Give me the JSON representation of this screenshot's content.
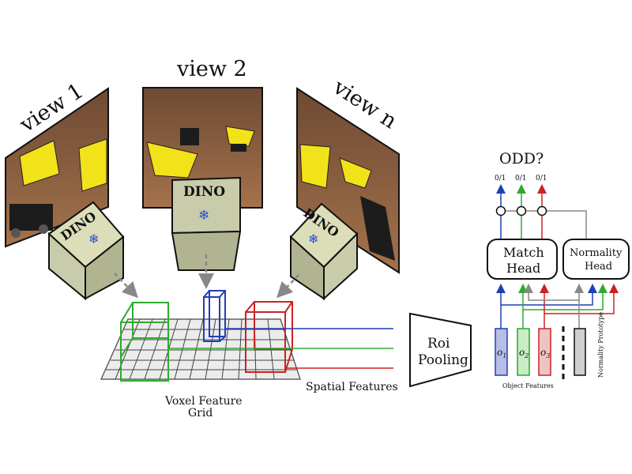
{
  "views": [
    {
      "label": "view 1"
    },
    {
      "label": "view 2"
    },
    {
      "label": "view n"
    }
  ],
  "backbone": {
    "label": "DINO",
    "frozen_icon": "snowflake-icon"
  },
  "grid": {
    "label_line1": "Voxel Feature",
    "label_line2": "Grid"
  },
  "spatial_features": {
    "label": "Spatial Features"
  },
  "roi_pooling": {
    "line1": "Roi",
    "line2": "Pooling"
  },
  "question": {
    "label": "ODD?"
  },
  "outputs": {
    "labels": [
      "0/1",
      "0/1",
      "0/1"
    ]
  },
  "match_head": {
    "line1": "Match",
    "line2": "Head"
  },
  "normality_head": {
    "line1": "Normality",
    "line2": "Head"
  },
  "object_features": {
    "items": [
      {
        "label": "o",
        "sub": "1"
      },
      {
        "label": "o",
        "sub": "2"
      },
      {
        "label": "o",
        "sub": "3"
      }
    ],
    "caption": "Object Features"
  },
  "normality_prototype": {
    "label": "Normality Prototype"
  },
  "colors": {
    "blue": "#1f3fb5",
    "green": "#2eaa2e",
    "red": "#cc2222",
    "gray": "#888888",
    "dino_body": "#c9ccaa",
    "dino_dark": "#b1b491",
    "dino_top": "#dcdeb9",
    "floor": "#8a5a3a",
    "yellow": "#f2e21a"
  }
}
